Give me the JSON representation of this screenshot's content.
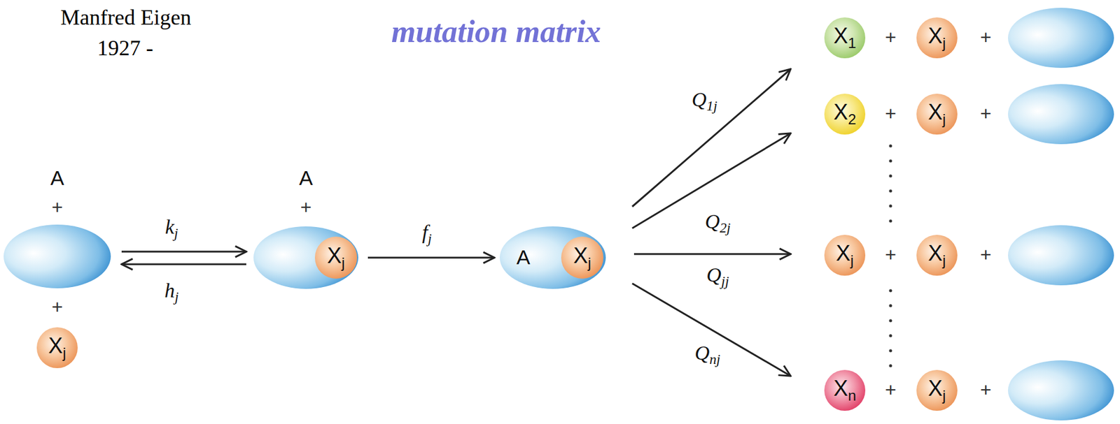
{
  "diagram": {
    "title": "mutation matrix",
    "nodes": [
      {
        "text": [
          "A"
        ]
      },
      {
        "text": [
          "Xj"
        ]
      },
      {
        "text": [
          "A"
        ]
      },
      {
        "text": [
          "Xj"
        ],
        "in": 2
      },
      {
        "text": [
          "A"
        ]
      },
      {
        "text": [
          "Xj"
        ],
        "in": 4
      },
      {
        "text": [
          "X1"
        ]
      },
      {
        "text": [
          "Xj"
        ]
      },
      {
        "text": [
          "X2"
        ]
      },
      {
        "text": [
          "Xj"
        ]
      },
      {
        "text": [
          "Xj"
        ]
      },
      {
        "text": [
          "Xj"
        ]
      },
      {
        "text": [
          "Xn"
        ]
      },
      {
        "text": [
          "Xj"
        ]
      }
    ],
    "edges": [
      {
        "from": 0,
        "to": 2,
        "arrow": "to",
        "label": "kj"
      },
      {
        "from": 2,
        "to": 0,
        "arrow": "to",
        "label": "hj"
      },
      {
        "from": 2,
        "to": 4,
        "arrow": "to",
        "label": "fj"
      },
      {
        "from": 4,
        "to": 6,
        "arrow": "to",
        "label": "Q1j"
      },
      {
        "from": 4,
        "to": 8,
        "arrow": "to",
        "label": "Q2j"
      },
      {
        "from": 4,
        "to": 10,
        "arrow": "to",
        "label": "Qjj"
      },
      {
        "from": 4,
        "to": 12,
        "arrow": "to",
        "label": "Qnj"
      }
    ],
    "labels": [
      "Manfred Eigen",
      "1927 -",
      "+",
      "+",
      "+",
      "+",
      "+",
      "+",
      "+",
      "+",
      "+",
      "+",
      "+"
    ]
  }
}
